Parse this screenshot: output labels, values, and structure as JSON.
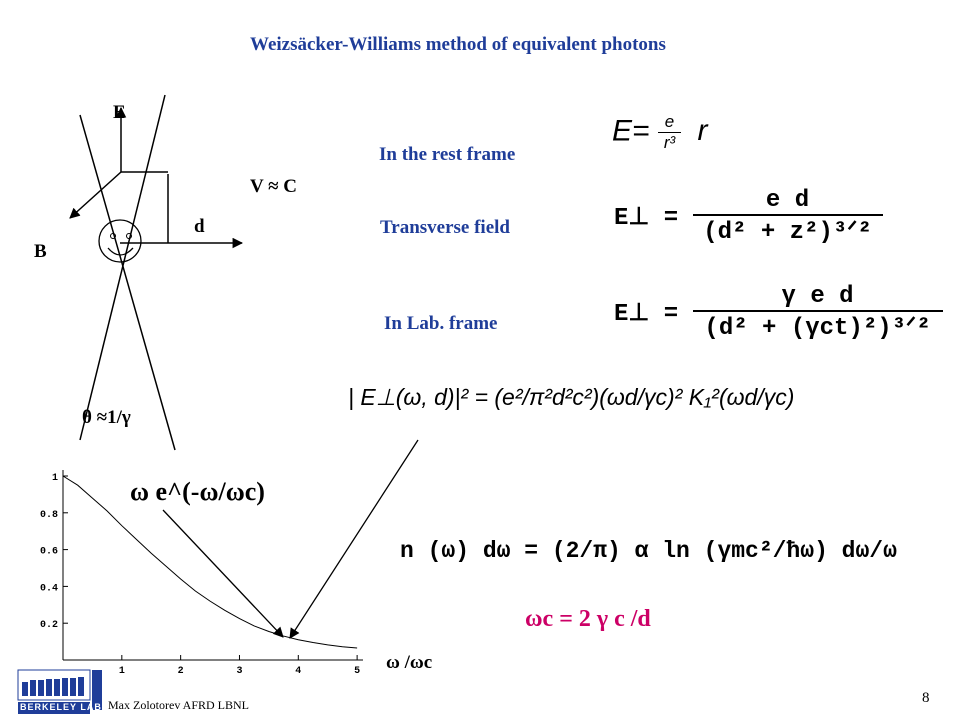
{
  "slide": {
    "title": "Weizsäcker-Williams method of equivalent photons",
    "page_number": "8",
    "footer": "Max Zolotorev AFRD LBNL",
    "logo_text": "BERKELEY LAB"
  },
  "diagram": {
    "label_E": "E",
    "label_B": "B",
    "label_d": "d",
    "label_V": "V ≈ C",
    "label_theta": "θ ≈1/γ"
  },
  "labels": {
    "rest_frame": "In the rest frame",
    "transverse": "Transverse field",
    "lab_frame": "In Lab. frame"
  },
  "formulas": {
    "eq1_lhs": "E=",
    "eq1_num": "e",
    "eq1_den": "r³",
    "eq1_vec": "r",
    "eq2_lhs": "E⊥ =",
    "eq2_num": "e d",
    "eq2_den": "(d² + z²)³ᐟ²",
    "eq3_lhs": "E⊥ =",
    "eq3_num": "γ e d",
    "eq3_den": "(d² + (γct)²)³ᐟ²",
    "eq4": "| E⊥(ω, d)|² = (e²/π²d²c²)(ωd/γc)² K₁²(ωd/γc)",
    "eq5": "n (ω) dω = (2/π) α ln (γmc²/ħω) dω/ω",
    "omega_c": "ωc = 2 γ c /d"
  },
  "chart_data": {
    "type": "line",
    "title": "",
    "annotation": "ω e^(-ω/ωc)",
    "xlabel": "ω /ωc",
    "ylabel": "",
    "xlim": [
      0,
      5.1
    ],
    "ylim": [
      0,
      1.0
    ],
    "x_ticks": [
      "1",
      "2",
      "3",
      "4",
      "5"
    ],
    "y_ticks": [
      "0.2",
      "0.4",
      "0.6",
      "0.8",
      "1"
    ],
    "series": [
      {
        "x": [
          0,
          0.25,
          0.5,
          0.75,
          1.0,
          1.25,
          1.5,
          1.75,
          2.0,
          2.25,
          2.5,
          2.75,
          3.0,
          3.25,
          3.5,
          3.75,
          4.0,
          4.25,
          4.5,
          4.75,
          5.0
        ],
        "values": [
          1.0,
          0.95,
          0.88,
          0.81,
          0.73,
          0.655,
          0.58,
          0.51,
          0.44,
          0.375,
          0.32,
          0.27,
          0.225,
          0.185,
          0.155,
          0.13,
          0.11,
          0.095,
          0.082,
          0.072,
          0.065
        ]
      }
    ]
  }
}
